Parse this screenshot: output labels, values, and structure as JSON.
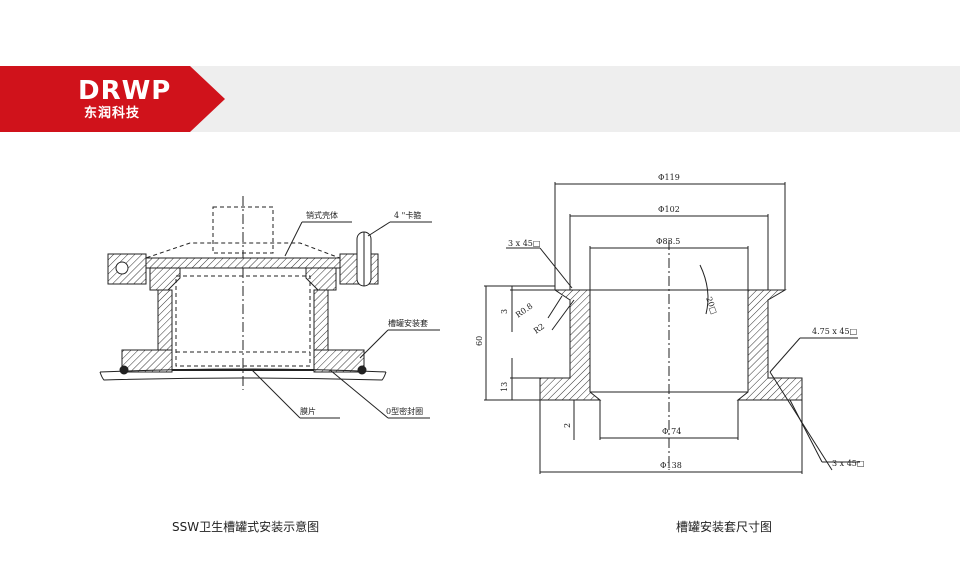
{
  "brand": {
    "name": "DRWP",
    "subtitle": "东润科技",
    "color": "#d0121b"
  },
  "left_figure": {
    "caption": "SSW卫生槽罐式安装示意图",
    "labels": {
      "pin_housing": "销式壳体",
      "clamp": "4 \"卡箍",
      "tank_sleeve": "槽罐安装套",
      "diaphragm": "膜片",
      "o_ring": "0型密封圈"
    }
  },
  "right_figure": {
    "caption": "槽罐安装套尺寸图",
    "dims": {
      "d119": "Φ119",
      "d102": "Φ102",
      "d83": "Φ83.5",
      "d74": "Φ 74",
      "d138": "Φ138",
      "c1": "3 x 45□",
      "c2": "4.75 x 45□",
      "c3": "3 x 45□",
      "r08": "R0.8",
      "r2": "R2",
      "a20": "20□",
      "h3": "3",
      "h60": "60",
      "h13": "13",
      "h2": "2"
    }
  }
}
